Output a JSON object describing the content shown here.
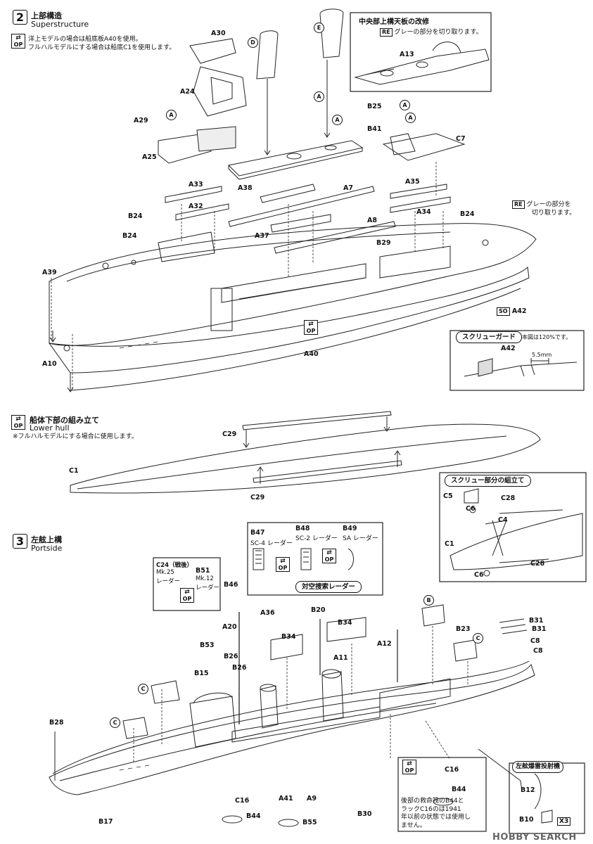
{
  "section2": {
    "num": "2",
    "title_jp": "上部構造",
    "title_en": "Superstructure",
    "note_1": "洋上モデルの場合は船底板A40を使用。",
    "note_2": "フルハルモデルにする場合は船底C1を使用します。"
  },
  "op_mark": {
    "symbol": "⇄",
    "text": "OP"
  },
  "inset_midship": {
    "title": "中央部上構天板の改修",
    "re_tag": "RE",
    "instruction": "グレーの部分を切り取ります。",
    "part": "A13"
  },
  "re_note": {
    "tag": "RE",
    "line1": "グレーの部分を",
    "line2": "切り取ります。"
  },
  "so_note": {
    "tag": "SO",
    "part": "A42"
  },
  "screw_guard": {
    "title": "スクリューガード",
    "scale": "本図は120%です。",
    "part": "A42",
    "dim": "5.5mm"
  },
  "lower_hull": {
    "title_jp": "船体下部の組み立て",
    "title_en": "Lower hull",
    "note": "※フルハルモデルにする場合に使用します。"
  },
  "screw_assembly": {
    "title": "スクリュー部分の組立て"
  },
  "section3": {
    "num": "3",
    "title_jp": "左舷上構",
    "title_en": "Portside"
  },
  "radar_box": {
    "caption": "対空捜索レーダー",
    "b47_part": "B47",
    "b47_name": "SC-4 レーダー",
    "b48_part": "B48",
    "b48_name": "SC-2 レーダー",
    "b49_part": "B49",
    "b49_name": "SA レーダー"
  },
  "c24_box": {
    "c24_part": "C24（戦後）",
    "c24_l1": "Mk.25",
    "c24_l2": "レーダー",
    "b51_part": "B51",
    "b51_l1": "Mk.12",
    "b51_l2": "レーダー"
  },
  "boat_note": {
    "line1": "後部の救命筏のB44と",
    "line2": "ラックC16のは1941",
    "line3": "年以前の状態では使用し",
    "line4": "ません。",
    "part_c16": "C16",
    "part_b44": "B44"
  },
  "torpedo_box": {
    "title": "左舷爆雷投射機",
    "part1": "B12",
    "part2": "B10",
    "qty": "X3"
  },
  "circle_letters": {
    "a": "A",
    "b": "B",
    "c": "C",
    "d": "D",
    "e": "E"
  },
  "watermark": "HOBBY SEARCH",
  "labels": {
    "a30": "A30",
    "a24": "A24",
    "a29": "A29",
    "a25": "A25",
    "a13": "A13",
    "b25": "B25",
    "b41": "B41",
    "c7": "C7",
    "a33": "A33",
    "a38": "A38",
    "a7": "A7",
    "a35": "A35",
    "a32": "A32",
    "a34": "A34",
    "b24a": "B24",
    "b24b": "B24",
    "b24c": "B24",
    "a8": "A8",
    "a37": "A37",
    "b29": "B29",
    "a39": "A39",
    "a40": "A40",
    "a10": "A10",
    "c29a": "C29",
    "c29b": "C29",
    "c1a": "C1",
    "c5": "C5",
    "c6a": "C6",
    "c28a": "C28",
    "c4": "C4",
    "c1b": "C1",
    "c28b": "C28",
    "c6b": "C6",
    "c46": "B46",
    "a36": "A36",
    "a20": "A20",
    "b20": "B20",
    "b34a": "B34",
    "b34b": "B34",
    "b53": "B53",
    "b26a": "B26",
    "b26b": "B26",
    "b15": "B15",
    "a11": "A11",
    "a12": "A12",
    "b23": "B23",
    "b31a": "B31",
    "b31b": "B31",
    "c8a": "C8",
    "c8b": "C8",
    "b28": "B28",
    "c16": "C16",
    "b44": "B44",
    "a41": "A41",
    "a9": "A9",
    "b55": "B55",
    "b30": "B30",
    "b17": "B17"
  }
}
